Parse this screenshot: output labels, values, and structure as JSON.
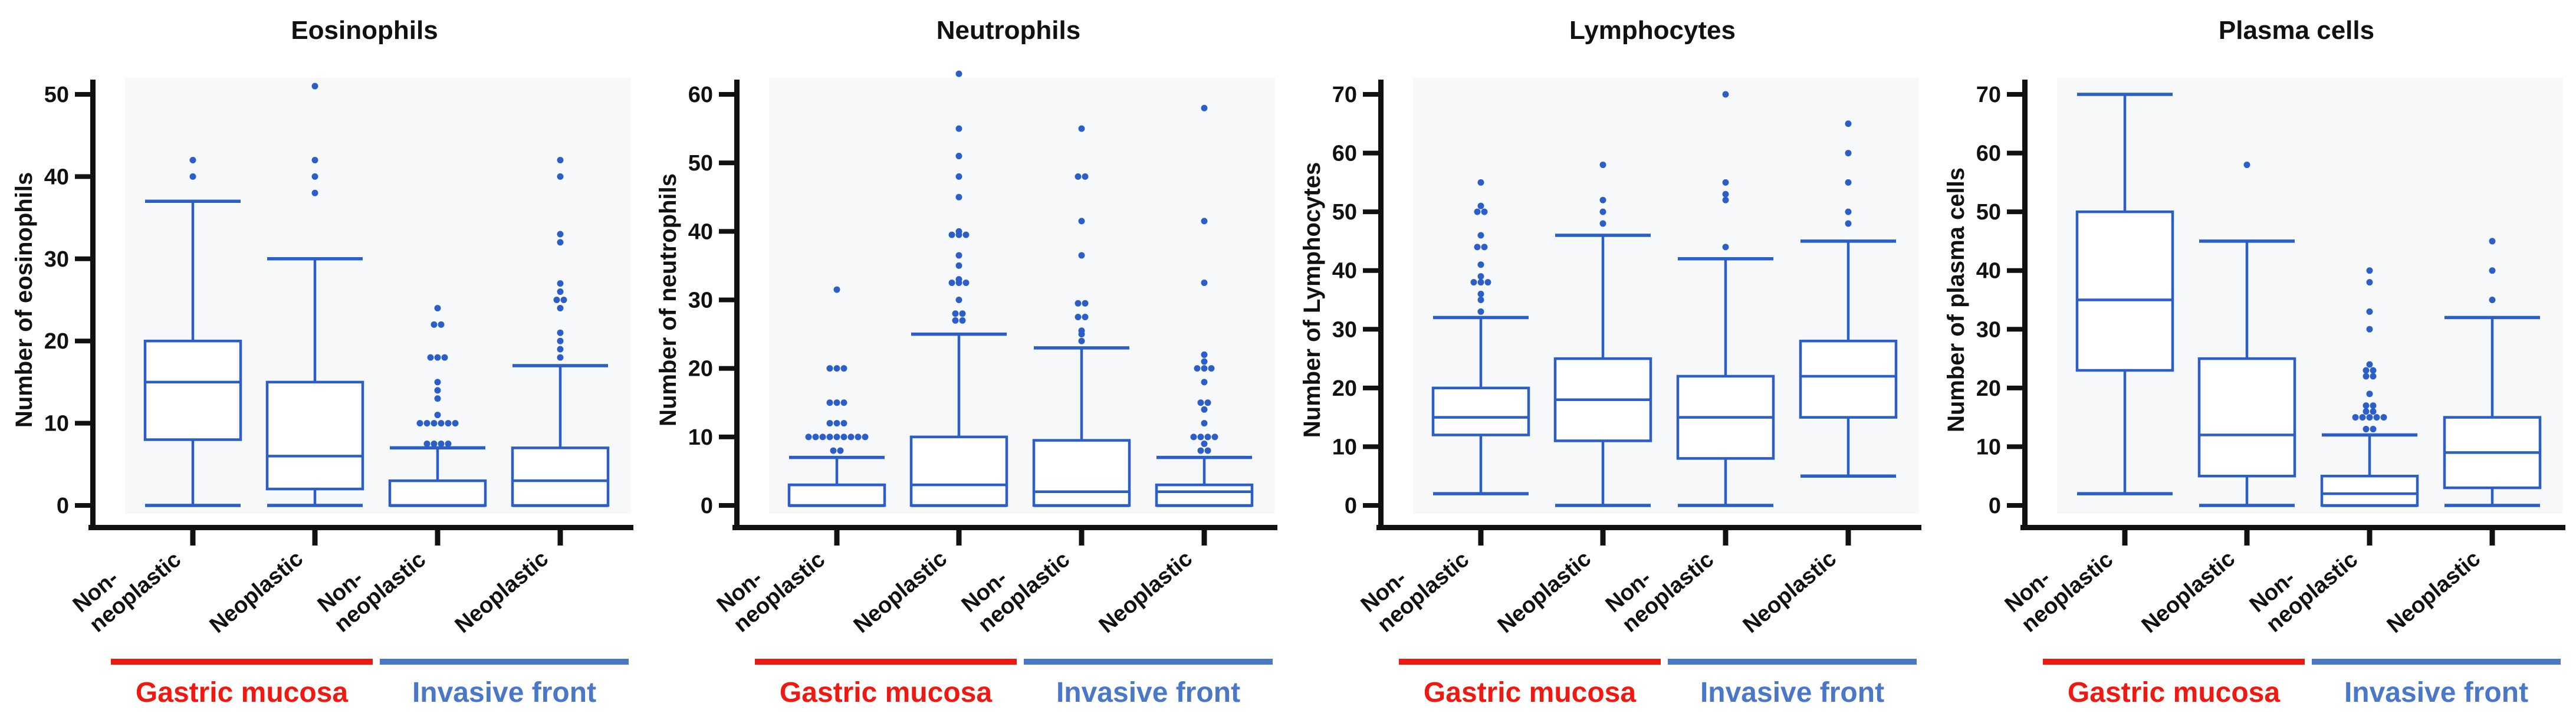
{
  "figure": {
    "background": "#ffffff",
    "colors": {
      "box_blue": "#2b5fc7",
      "axis_black": "#111111",
      "plot_bg": "#f7f8fa",
      "gastric_red": "#ee1a11",
      "invasive_blue": "#4a77c8"
    }
  },
  "chart_data": [
    {
      "type": "box",
      "title": "Eosinophils",
      "ylabel": "Number of eosinophils",
      "ylim": [
        0,
        50
      ],
      "yticks": [
        0,
        10,
        20,
        30,
        40,
        50
      ],
      "grid": false,
      "categories": [
        [
          "Non-",
          "neoplastic"
        ],
        [
          "Neoplastic"
        ],
        [
          "Non-",
          "neoplastic"
        ],
        [
          "Neoplastic"
        ]
      ],
      "groups": [
        {
          "label": "Gastric mucosa",
          "color": "#ee1a11",
          "span": [
            0,
            2
          ]
        },
        {
          "label": "Invasive front",
          "color": "#4a77c8",
          "span": [
            2,
            4
          ]
        }
      ],
      "boxes": [
        {
          "whislo": 0,
          "q1": 8,
          "med": 15,
          "q3": 20,
          "whishi": 37,
          "outliers": [
            40,
            42
          ]
        },
        {
          "whislo": 0,
          "q1": 2,
          "med": 6,
          "q3": 15,
          "whishi": 30,
          "outliers": [
            38,
            40,
            42,
            51
          ]
        },
        {
          "whislo": 0,
          "q1": 0,
          "med": 0,
          "q3": 3,
          "whishi": 7,
          "outliers": [
            7.5,
            7.5,
            7.5,
            7.5,
            10,
            10,
            10,
            10,
            10,
            10,
            11,
            13,
            14,
            15,
            18,
            18,
            18,
            22,
            22,
            24
          ]
        },
        {
          "whislo": 0,
          "q1": 0,
          "med": 3,
          "q3": 7,
          "whishi": 17,
          "outliers": [
            18,
            19,
            20,
            21,
            24,
            25,
            25,
            26,
            27,
            32,
            33,
            40,
            42
          ]
        }
      ]
    },
    {
      "type": "box",
      "title": "Neutrophils",
      "ylabel": "Number of neutrophils",
      "ylim": [
        0,
        60
      ],
      "yticks": [
        0,
        10,
        20,
        30,
        40,
        50,
        60
      ],
      "grid": false,
      "categories": [
        [
          "Non-",
          "neoplastic"
        ],
        [
          "Neoplastic"
        ],
        [
          "Non-",
          "neoplastic"
        ],
        [
          "Neoplastic"
        ]
      ],
      "groups": [
        {
          "label": "Gastric mucosa",
          "color": "#ee1a11",
          "span": [
            0,
            2
          ]
        },
        {
          "label": "Invasive front",
          "color": "#4a77c8",
          "span": [
            2,
            4
          ]
        }
      ],
      "boxes": [
        {
          "whislo": 0,
          "q1": 0,
          "med": 3,
          "q3": 3,
          "whishi": 7,
          "outliers": [
            8,
            8,
            10,
            10,
            10,
            10,
            10,
            10,
            10,
            10,
            10,
            12,
            12,
            12,
            15,
            15,
            15,
            20,
            20,
            20,
            31.5
          ]
        },
        {
          "whislo": 0,
          "q1": 0,
          "med": 3,
          "q3": 10,
          "whishi": 25,
          "outliers": [
            27,
            27,
            28,
            28,
            30,
            32.5,
            32.5,
            32.5,
            33,
            35,
            36.5,
            39.5,
            39.5,
            39.5,
            40,
            45,
            48,
            51,
            55,
            63
          ]
        },
        {
          "whislo": 0,
          "q1": 0,
          "med": 2,
          "q3": 9.5,
          "whishi": 23,
          "outliers": [
            24,
            25,
            25.5,
            27.5,
            27.5,
            29.5,
            29.5,
            36.5,
            41.5,
            48,
            48,
            55
          ]
        },
        {
          "whislo": 0,
          "q1": 0,
          "med": 2,
          "q3": 3,
          "whishi": 7,
          "outliers": [
            8,
            8,
            9,
            10,
            10,
            10,
            10,
            12,
            14,
            15,
            15,
            18,
            20,
            20,
            20,
            21,
            22,
            32.5,
            41.5,
            58
          ]
        }
      ]
    },
    {
      "type": "box",
      "title": "Lymphocytes",
      "ylabel": "Number of Lymphocytes",
      "ylim": [
        0,
        70
      ],
      "yticks": [
        0,
        10,
        20,
        30,
        40,
        50,
        60,
        70
      ],
      "grid": false,
      "categories": [
        [
          "Non-",
          "neoplastic"
        ],
        [
          "Neoplastic"
        ],
        [
          "Non-",
          "neoplastic"
        ],
        [
          "Neoplastic"
        ]
      ],
      "groups": [
        {
          "label": "Gastric mucosa",
          "color": "#ee1a11",
          "span": [
            0,
            2
          ]
        },
        {
          "label": "Invasive front",
          "color": "#4a77c8",
          "span": [
            2,
            4
          ]
        }
      ],
      "boxes": [
        {
          "whislo": 2,
          "q1": 12,
          "med": 15,
          "q3": 20,
          "whishi": 32,
          "outliers": [
            33,
            35,
            36,
            38,
            38,
            38,
            39,
            41,
            44,
            44,
            46,
            50,
            50,
            51,
            55
          ]
        },
        {
          "whislo": 0,
          "q1": 11,
          "med": 18,
          "q3": 25,
          "whishi": 46,
          "outliers": [
            48,
            50,
            52,
            58
          ]
        },
        {
          "whislo": 0,
          "q1": 8,
          "med": 15,
          "q3": 22,
          "whishi": 42,
          "outliers": [
            44,
            52,
            53,
            55,
            70
          ]
        },
        {
          "whislo": 5,
          "q1": 15,
          "med": 22,
          "q3": 28,
          "whishi": 45,
          "outliers": [
            48,
            50,
            55,
            60,
            65
          ]
        }
      ]
    },
    {
      "type": "box",
      "title": "Plasma cells",
      "ylabel": "Number of plasma cells",
      "ylim": [
        0,
        70
      ],
      "yticks": [
        0,
        10,
        20,
        30,
        40,
        50,
        60,
        70
      ],
      "grid": false,
      "categories": [
        [
          "Non-",
          "neoplastic"
        ],
        [
          "Neoplastic"
        ],
        [
          "Non-",
          "neoplastic"
        ],
        [
          "Neoplastic"
        ]
      ],
      "groups": [
        {
          "label": "Gastric mucosa",
          "color": "#ee1a11",
          "span": [
            0,
            2
          ]
        },
        {
          "label": "Invasive front",
          "color": "#4a77c8",
          "span": [
            2,
            4
          ]
        }
      ],
      "boxes": [
        {
          "whislo": 2,
          "q1": 23,
          "med": 35,
          "q3": 50,
          "whishi": 70,
          "outliers": []
        },
        {
          "whislo": 0,
          "q1": 5,
          "med": 12,
          "q3": 25,
          "whishi": 45,
          "outliers": [
            58
          ]
        },
        {
          "whislo": 0,
          "q1": 0,
          "med": 2,
          "q3": 5,
          "whishi": 12,
          "outliers": [
            13,
            13,
            15,
            15,
            15,
            15,
            15,
            16,
            16,
            17,
            17,
            19,
            22,
            22,
            23,
            23,
            24,
            30,
            33,
            38,
            40
          ]
        },
        {
          "whislo": 0,
          "q1": 3,
          "med": 9,
          "q3": 15,
          "whishi": 32,
          "outliers": [
            35,
            40,
            45
          ]
        }
      ]
    }
  ]
}
